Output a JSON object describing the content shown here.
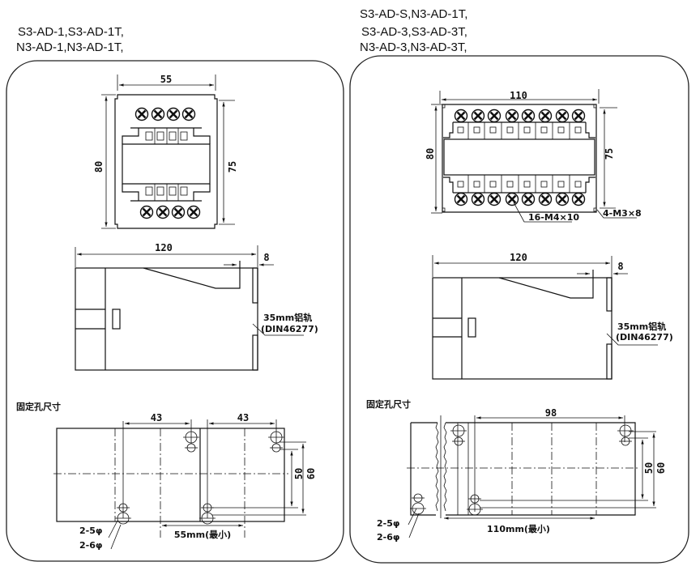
{
  "left_panel": {
    "title_lines": [
      "S3-AD-1,S3-AD-1T,",
      "N3-AD-1,N3-AD-1T,"
    ],
    "front_view": {
      "width_label": "55",
      "height_label": "80",
      "inner_height_label": "75",
      "terminals_top": 4,
      "terminals_bottom": 4
    },
    "side_view": {
      "depth_label": "120",
      "offset_label": "8",
      "rail_label": "35mm铝轨",
      "rail_std": "(DIN46277)"
    },
    "mount": {
      "heading": "固定孔尺寸",
      "pitch_left": "43",
      "pitch_right": "43",
      "vert_inner": "50",
      "vert_outer": "60",
      "min_spacing": "55mm(最小)",
      "hole_small": "2-5φ",
      "hole_large": "2-6φ"
    }
  },
  "right_panel": {
    "title_lines": [
      "S3-AD-S,N3-AD-1T,",
      "S3-AD-3,S3-AD-3T,",
      "N3-AD-3,N3-AD-3T,"
    ],
    "front_view": {
      "width_label": "110",
      "height_label": "80",
      "inner_height_label": "75",
      "terminals_top": 8,
      "terminals_bottom": 8,
      "screw_label": "16-M4×10",
      "mount_screw_label": "4-M3×8"
    },
    "side_view": {
      "depth_label": "120",
      "offset_label": "8",
      "rail_label": "35mm铝轨",
      "rail_std": "(DIN46277)"
    },
    "mount": {
      "heading": "固定孔尺寸",
      "pitch": "98",
      "vert_inner": "50",
      "vert_outer": "60",
      "min_spacing": "110mm(最小)",
      "hole_small": "2-5φ",
      "hole_large": "2-6φ"
    }
  }
}
